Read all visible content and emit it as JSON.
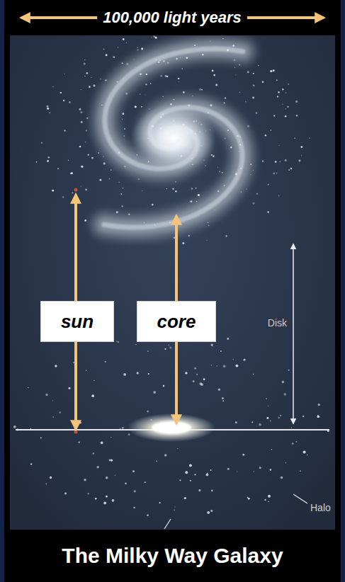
{
  "diagram": {
    "title": "The Milky Way Galaxy",
    "nodes": [
      {
        "text": [
          "sun"
        ]
      },
      {
        "text": [
          "core"
        ]
      }
    ],
    "labels": [
      "100,000 light years",
      "Disk",
      "Halo"
    ]
  }
}
